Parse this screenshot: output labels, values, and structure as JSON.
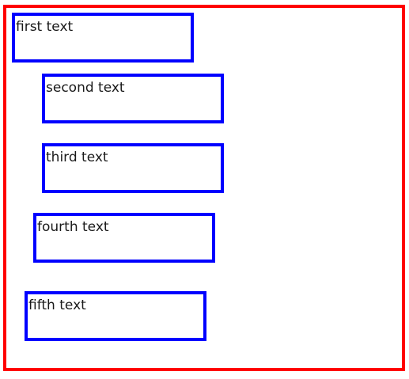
{
  "colors": {
    "outer_border": "#ff0000",
    "box_border": "#0000ff",
    "text": "#1a1a1a",
    "background": "#ffffff"
  },
  "boxes": [
    {
      "text": "first text"
    },
    {
      "text": "second text"
    },
    {
      "text": "third text"
    },
    {
      "text": "fourth text"
    },
    {
      "text": "fifth text"
    }
  ]
}
